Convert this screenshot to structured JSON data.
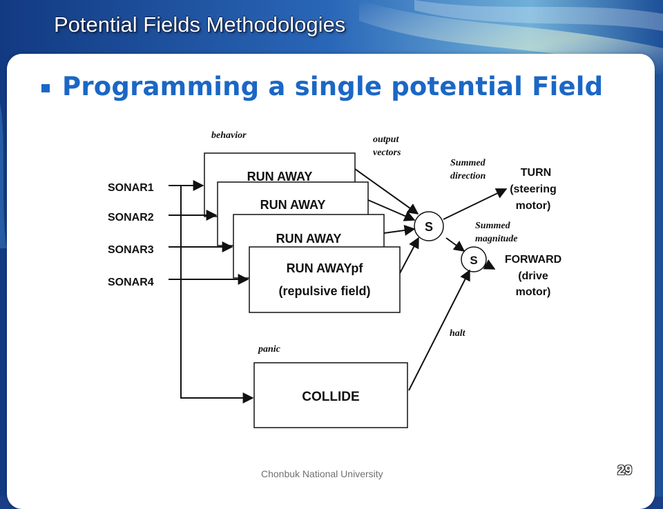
{
  "slide": {
    "title": "Potential Fields Methodologies",
    "heading": "Programming a single potential Field",
    "footer": "Chonbuk National University",
    "page_number": "29",
    "accent_color": "#1b67c5",
    "bullet_icon": "square-bullet-icon"
  },
  "diagram": {
    "inputs": [
      "SONAR1",
      "SONAR2",
      "SONAR3",
      "SONAR4"
    ],
    "behavior_label": "behavior",
    "output_label_1": "output",
    "output_label_2": "vectors",
    "run_away_boxes": [
      "RUN AWAY",
      "RUN AWAY",
      "RUN AWAY"
    ],
    "front_box_line1": "RUN AWAYpf",
    "front_box_line2": "(repulsive field)",
    "panic_label": "panic",
    "collide_box": "COLLIDE",
    "halt_label": "halt",
    "sum_symbol": "S",
    "summed_direction_1": "Summed",
    "summed_direction_2": "direction",
    "summed_magnitude_1": "Summed",
    "summed_magnitude_2": "magnitude",
    "turn_1": "TURN",
    "turn_2": "(steering",
    "turn_3": "motor)",
    "forward_1": "FORWARD",
    "forward_2": "(drive",
    "forward_3": "motor)"
  }
}
